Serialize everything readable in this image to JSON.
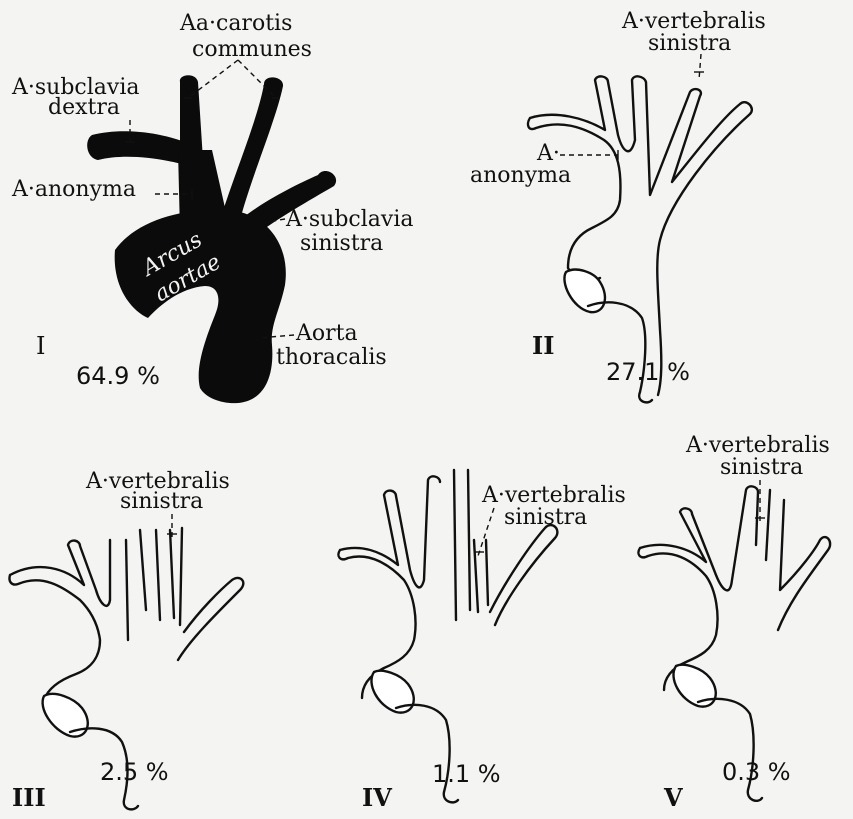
{
  "panel_i": {
    "roman": "I",
    "percent": "64.9 %",
    "labels": {
      "carotis_line1": "Aa·carotis",
      "carotis_line2": "communes",
      "subclavia_dextra_line1": "A·subclavia",
      "subclavia_dextra_line2": "dextra",
      "anonyma": "A·anonyma",
      "subclavia_sinistra_line1": "A·subclavia",
      "subclavia_sinistra_line2": "sinistra",
      "arcus_line1": "Arcus",
      "arcus_line2": "aortae",
      "aorta_line1": "Aorta",
      "aorta_line2": "thoracalis"
    }
  },
  "panel_ii": {
    "roman": "II",
    "percent": "27.1 %",
    "labels": {
      "vertebralis_line1": "A·vertebralis",
      "vertebralis_line2": "sinistra",
      "anonyma_line1": "A·",
      "anonyma_line2": "anonyma"
    }
  },
  "panel_iii": {
    "roman": "III",
    "percent": "2.5 %",
    "labels": {
      "vertebralis_line1": "A·vertebralis",
      "vertebralis_line2": "sinistra"
    }
  },
  "panel_iv": {
    "roman": "IV",
    "percent": "1.1 %",
    "labels": {
      "vertebralis_line1": "A·vertebralis",
      "vertebralis_line2": "sinistra"
    }
  },
  "panel_v": {
    "roman": "V",
    "percent": "0.3 %",
    "labels": {
      "vertebralis_line1": "A·vertebralis",
      "vertebralis_line2": "sinistra"
    }
  },
  "colors": {
    "ink": "#111111",
    "paper": "#f4f4f2"
  }
}
